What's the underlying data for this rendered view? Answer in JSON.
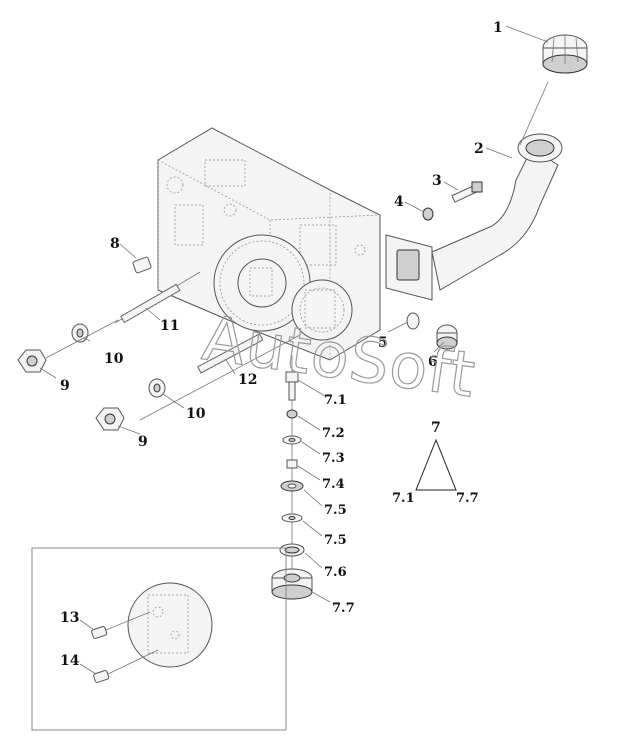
{
  "watermark": "AutoSoft",
  "labels": [
    {
      "id": "1",
      "text": "1"
    },
    {
      "id": "2",
      "text": "2"
    },
    {
      "id": "3",
      "text": "3"
    },
    {
      "id": "4",
      "text": "4"
    },
    {
      "id": "5",
      "text": "5"
    },
    {
      "id": "6",
      "text": "6"
    },
    {
      "id": "8",
      "text": "8"
    },
    {
      "id": "11",
      "text": "11"
    },
    {
      "id": "10a",
      "text": "10"
    },
    {
      "id": "9a",
      "text": "9"
    },
    {
      "id": "12",
      "text": "12"
    },
    {
      "id": "10b",
      "text": "10"
    },
    {
      "id": "9b",
      "text": "9"
    },
    {
      "id": "7.1",
      "text": "7.1"
    },
    {
      "id": "7.2",
      "text": "7.2"
    },
    {
      "id": "7.3",
      "text": "7.3"
    },
    {
      "id": "7.4",
      "text": "7.4"
    },
    {
      "id": "7.5a",
      "text": "7.5"
    },
    {
      "id": "7.5b",
      "text": "7.5"
    },
    {
      "id": "7.6",
      "text": "7.6"
    },
    {
      "id": "7.7",
      "text": "7.7"
    },
    {
      "id": "13",
      "text": "13"
    },
    {
      "id": "14",
      "text": "14"
    }
  ],
  "legend": {
    "top": "7",
    "left": "7.1",
    "right": "7.7"
  }
}
